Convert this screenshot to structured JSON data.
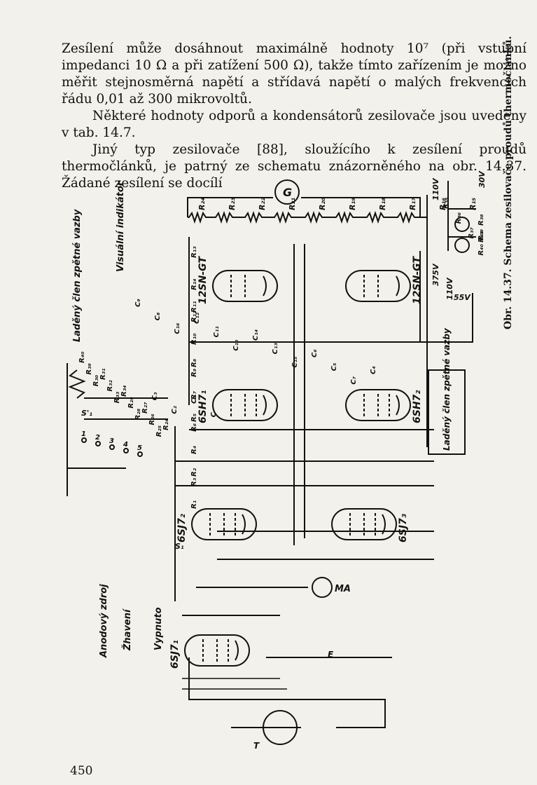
{
  "paragraphs": [
    "Zesílení může dosáhnout maximálně hodnoty 10⁷ (při vstupní impedanci 10 Ω a při zatížení 500 Ω), takže tímto zařízením je možno měřit stejnosměrná napětí a střídavá napětí o malých frekvencích řádu 0,01 až 300 mikrovoltů.",
    "Některé hodnoty odporů a kondensátorů zesilovače jsou uvedeny v tab. 14.7.",
    "Jiný typ zesilovače [88], sloužícího k zesílení proudů thermočlánků, je patrný ze schematu znázorněného na obr. 14.37. Žádané zesílení se docílí"
  ],
  "figure": {
    "caption": "Obr. 14.37. Schema zesilovače proudů thermočlánků.",
    "tubes": [
      "12SN-GT",
      "12SN-GT",
      "6SH7₁",
      "6SH7₂",
      "6SJ7₂",
      "6SJ7₃",
      "6SJ7₁"
    ],
    "labels": {
      "visual_indicator": "Visuální indikátor",
      "tuned_feedback_left": "Laděný člen zpětné vazby",
      "tuned_feedback_right": "Laděný člen zpětné vazby",
      "anode_source": "Anodový zdroj",
      "heating": "Žhavení",
      "off": "Vypnuto",
      "galvanometer": "G",
      "milliammeter": "MA",
      "v110_top": "110V",
      "v30": "30V",
      "v375": "375V",
      "v110_mid": "110V",
      "v55": "55V",
      "thermocouple": "T",
      "switch_s1": "S₁",
      "switch_s2": "S'₁",
      "electrode": "E"
    },
    "resistors_top": [
      "R₂₄",
      "R₂₃",
      "R₂₂",
      "R₂₁",
      "R₂₀",
      "R₁₉",
      "R₁₈",
      "R₁₇",
      "R₁₆",
      "R₁₅"
    ],
    "resistors_right": [
      "R₃₅",
      "R₃₆",
      "R₃₇",
      "R₃₈",
      "R₃₉",
      "R₄₀",
      "R₄₁"
    ],
    "resistors_mid": [
      "R₁₃",
      "R₁₄",
      "R₁₂",
      "R₁₁",
      "R₁₀",
      "R₉",
      "R₈",
      "R₇",
      "R₆",
      "R₅",
      "R₄",
      "R₃",
      "R₂",
      "R₁"
    ],
    "resistors_left": [
      "R₄₀",
      "R₃₉",
      "R₃₀",
      "R₃₁",
      "R₃₂",
      "R₃₃",
      "R₃₄",
      "R₂₉",
      "R₂₈",
      "R₂₇",
      "R₂₆",
      "R₂₅",
      "R₂₄"
    ],
    "capacitors": [
      "C₉",
      "C₈",
      "C₁₆",
      "C₁₂",
      "C₁₁",
      "C₁₀",
      "C₁₄",
      "C₁₃",
      "C₁₅",
      "C₆",
      "C₅",
      "C₇",
      "C₄",
      "C₃",
      "C₂",
      "C₁",
      "C"
    ],
    "switch_positions": [
      "1",
      "2",
      "3",
      "4",
      "5"
    ]
  },
  "page_number": "450"
}
